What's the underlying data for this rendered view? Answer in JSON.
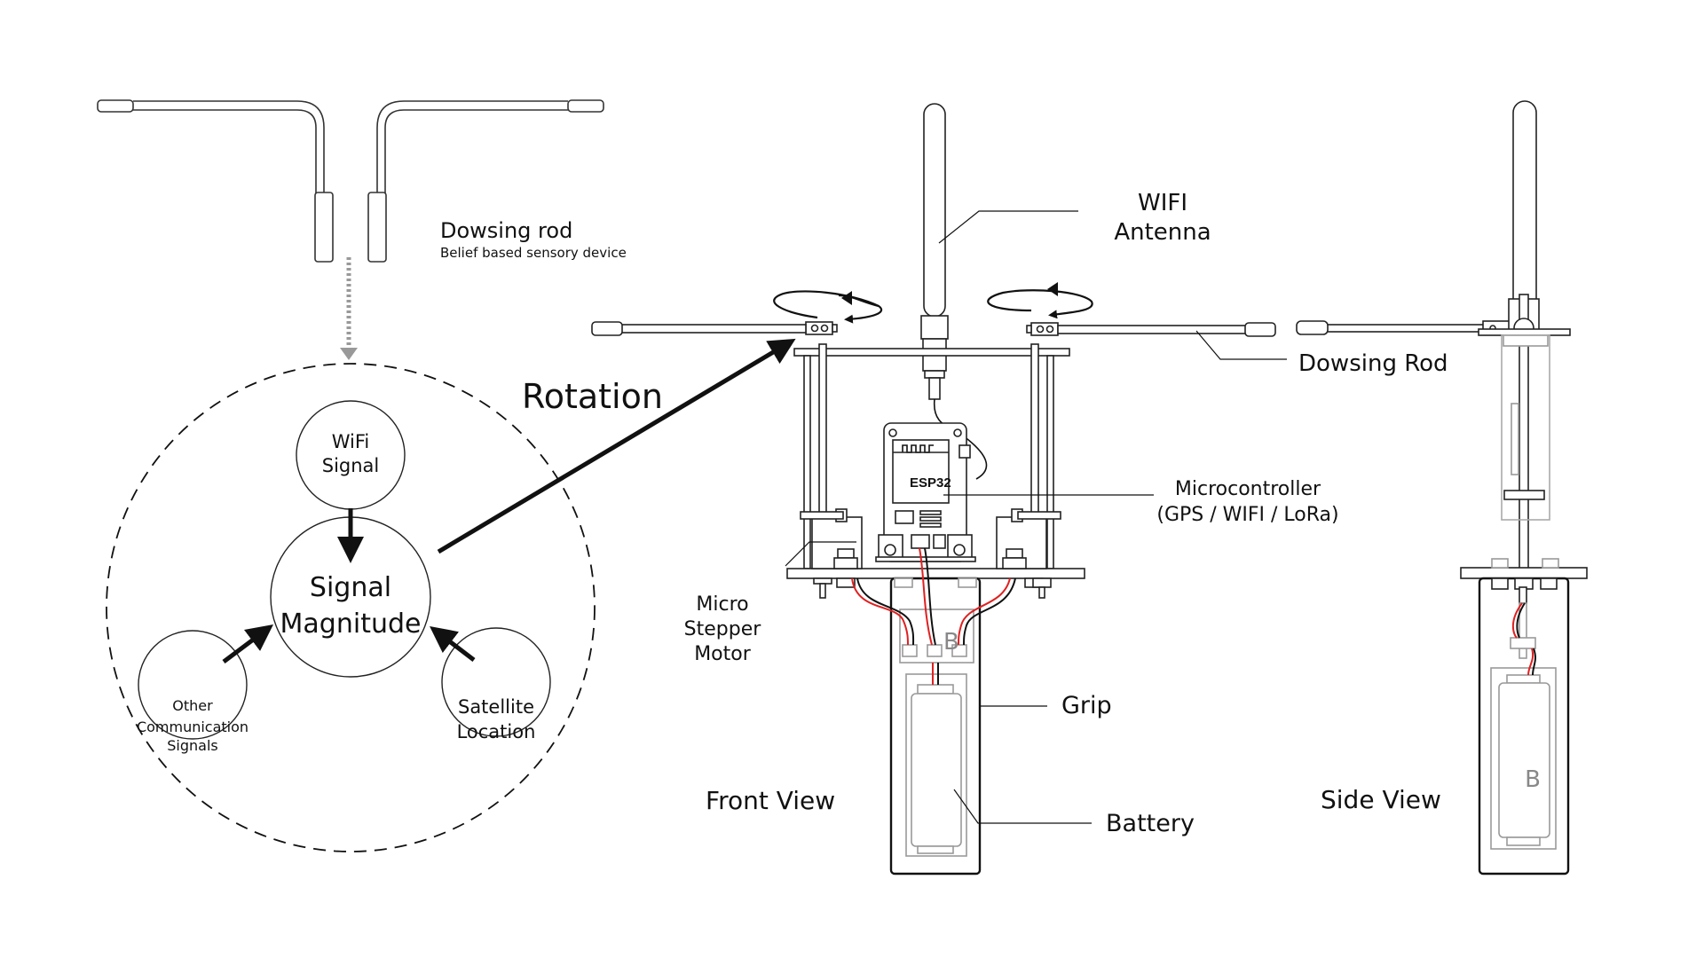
{
  "top_rod": {
    "title": "Dowsing rod",
    "subtitle": "Belief based sensory device"
  },
  "signal_diagram": {
    "center": {
      "line1": "Signal",
      "line2": "Magnitude"
    },
    "wifi": {
      "line1": "WiFi",
      "line2": "Signal"
    },
    "other": {
      "line1": "Other",
      "line2": "Communication",
      "line3": "Signals"
    },
    "satellite": {
      "line1": "Satellite",
      "line2": "Location"
    },
    "rotation_label": "Rotation"
  },
  "front_view": {
    "title": "Front View",
    "antenna_label": {
      "line1": "WIFI",
      "line2": "Antenna"
    },
    "rod_label": "Dowsing Rod",
    "mcu_label": {
      "line1": "Microcontroller",
      "line2": "(GPS / WIFI / LoRa)"
    },
    "chip_label": "ESP32",
    "motor_label": {
      "line1": "Micro",
      "line2": "Stepper",
      "line3": "Motor"
    },
    "grip_label": "Grip",
    "battery_label": "Battery",
    "battery_mark": "B"
  },
  "side_view": {
    "title": "Side View",
    "battery_mark": "B"
  },
  "colors": {
    "line": "#111111",
    "gray": "#999999",
    "wire_red": "#e02020",
    "wire_black": "#111111"
  }
}
